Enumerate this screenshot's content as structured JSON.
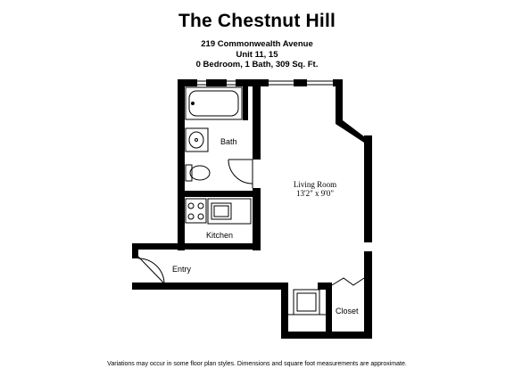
{
  "header": {
    "title": "The Chestnut Hill",
    "address": "219 Commonwealth Avenue",
    "unit": "Unit 11, 15",
    "details": "0 Bedroom, 1 Bath, 309 Sq. Ft."
  },
  "rooms": {
    "bath": "Bath",
    "living_room": "Living Room",
    "living_room_dims": "13'2\" x 9'0\"",
    "kitchen": "Kitchen",
    "entry": "Entry",
    "closet": "Closet"
  },
  "footer": {
    "note": "Variations may occur in some floor plan styles. Dimensions and square foot measurements are approximate."
  }
}
